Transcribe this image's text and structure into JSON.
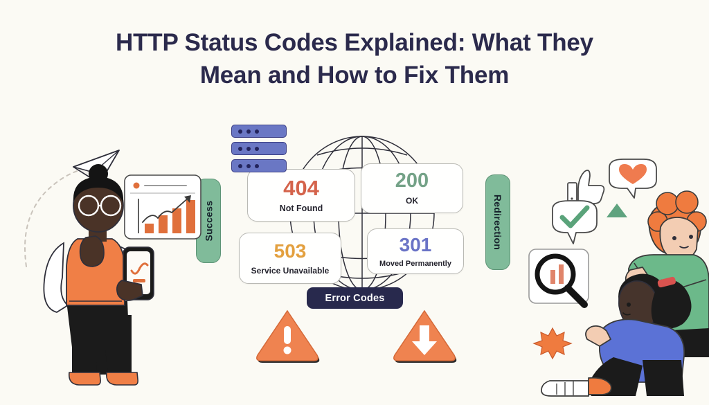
{
  "page": {
    "background_color": "#fbfaf4",
    "title_line_1": "HTTP Status Codes Explained: What They",
    "title_line_2": "Mean and How to Fix Them",
    "title_color": "#2b2a4c"
  },
  "diagram": {
    "center_graphic": "wireframe-globe",
    "server_icon": {
      "name": "server-stack-icon",
      "bar_count": 3,
      "dots_per_bar": 3,
      "color": "#6a77c4"
    },
    "status_cards": [
      {
        "id": "card-404",
        "code": "404",
        "description": "Not Found",
        "code_color": "#d4634b",
        "category": "Error Codes"
      },
      {
        "id": "card-200",
        "code": "200",
        "description": "OK",
        "code_color": "#74a287",
        "category": "Success"
      },
      {
        "id": "card-503",
        "code": "503",
        "description": "Service Unavailable",
        "code_color": "#e3a03f",
        "category": "Error Codes"
      },
      {
        "id": "card-301",
        "code": "301",
        "description": "Moved Permanently",
        "code_color": "#6a73c6",
        "category": "Redirection"
      }
    ],
    "category_pills": [
      {
        "label": "Success",
        "color": "#80bb9a",
        "orientation": "vertical-up",
        "side": "left"
      },
      {
        "label": "Redirection",
        "color": "#80bb9a",
        "orientation": "vertical-down",
        "side": "right"
      }
    ],
    "error_badge": {
      "label": "Error Codes",
      "background_color": "#28294d",
      "text_color": "#ffffff"
    },
    "warning_icons": [
      {
        "name": "warning-triangle-icon",
        "glyph": "!",
        "color": "#ef8350"
      },
      {
        "name": "download-triangle-icon",
        "glyph": "down-arrow",
        "color": "#ef8350"
      }
    ]
  },
  "illustrations": {
    "left": {
      "name": "person-with-phone-illustration",
      "elements": [
        "paper-plane-icon",
        "dashed-trail",
        "bar-chart-card",
        "smartphone-icon",
        "standing-person"
      ],
      "person": {
        "hair": "bun",
        "accessory": "glasses",
        "top_color": "#f07f46",
        "shirt_color": "#ffffff",
        "pants_color": "#1b1b1b",
        "shoes_color": "#f07f46"
      },
      "bar_chart_card": {
        "bars": 4,
        "bar_color": "#e0703c",
        "trend": "up"
      }
    },
    "right": {
      "name": "two-people-reacting-illustration",
      "elements": [
        "thumbs-up-icon",
        "heart-speech-bubble",
        "check-speech-bubble",
        "green-triangle-icon",
        "orange-starburst-icon",
        "magnifier-card",
        "person-green-sweater",
        "person-blue-sweater"
      ],
      "person_top": {
        "hair_color": "#ef7b3f",
        "sweater_color": "#6cb98a"
      },
      "person_bottom": {
        "hair": "bun",
        "hair_tie_color": "#d9534f",
        "sweater_color": "#5b72d6",
        "pants_color": "#1b1b1b",
        "shoes_color": "#ffffff"
      },
      "magnifier_card": {
        "bars": 2,
        "bar_color": "#e0703c"
      }
    }
  }
}
